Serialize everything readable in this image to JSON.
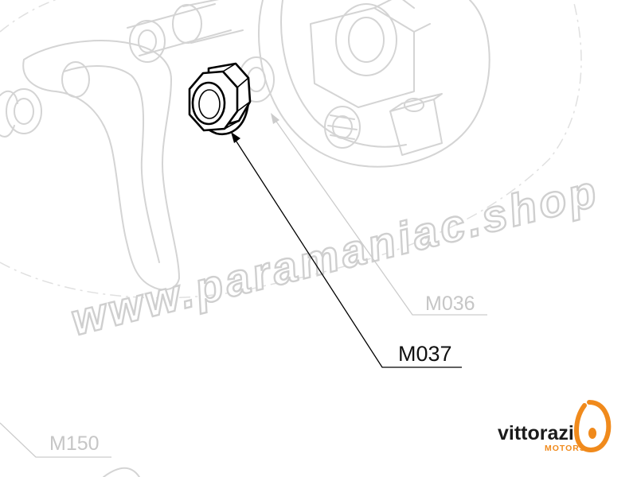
{
  "callouts": {
    "main_part": "M037",
    "background_part_1": "M036",
    "background_part_2": "M150"
  },
  "watermark": "www.paramaniac.shop",
  "brand": {
    "name": "vittorazi",
    "sub": "MOTORS",
    "accent_color": "#f08a1c"
  }
}
